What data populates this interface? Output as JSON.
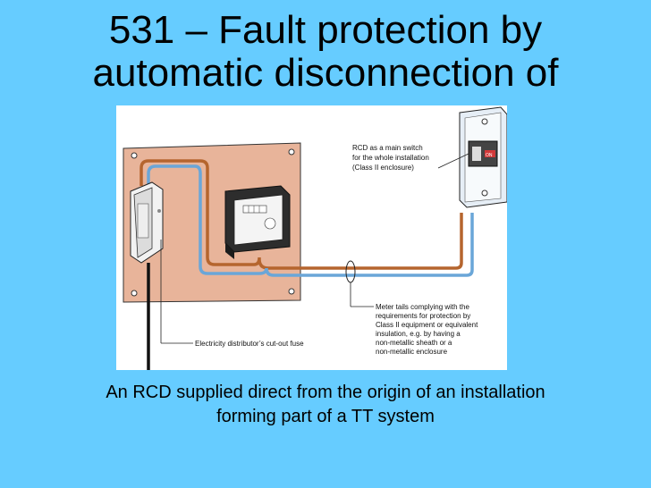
{
  "slide": {
    "title_line1": "531 – Fault protection by",
    "title_line2": "automatic disconnection of",
    "caption_line1": "An RCD supplied direct from the origin of an installation",
    "caption_line2": "forming part of a TT system"
  },
  "diagram": {
    "rcd_label": [
      "RCD as a main switch",
      "for the whole installation",
      "(Class II enclosure)"
    ],
    "rcd_on_text": "ON",
    "fuse_label": "Electricity distributor’s cut-out fuse",
    "tails_label": [
      "Meter tails complying with the",
      "requirements for protection by",
      "Class II equipment or equivalent",
      "insulation, e.g. by having a",
      "non-metallic sheath or a",
      "non-metallic enclosure"
    ]
  },
  "colors": {
    "background": "#66ccff",
    "board": "#e8b49a",
    "brown_cable": "#b5652e",
    "blue_cable": "#6aa6d8"
  }
}
